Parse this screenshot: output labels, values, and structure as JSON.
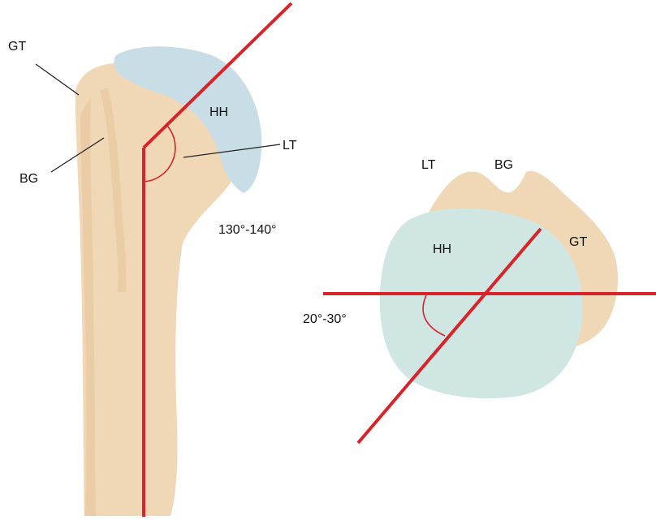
{
  "colors": {
    "bone": "#f0d8b6",
    "bone_shade": "#e3c294",
    "cartilage": "#c9dde6",
    "cartilage_axial": "#cfe6e2",
    "axis_line": "#d8232a",
    "leader_line": "#222222"
  },
  "anterior_view": {
    "labels": {
      "greater_tuberosity": "GT",
      "bicipital_groove": "BG",
      "humeral_head": "HH",
      "lesser_tuberosity": "LT",
      "neck_shaft_angle": "130°-140°"
    }
  },
  "axial_view": {
    "labels": {
      "lesser_tuberosity": "LT",
      "bicipital_groove": "BG",
      "humeral_head": "HH",
      "greater_tuberosity": "GT",
      "retroversion_angle": "20°-30°"
    }
  }
}
